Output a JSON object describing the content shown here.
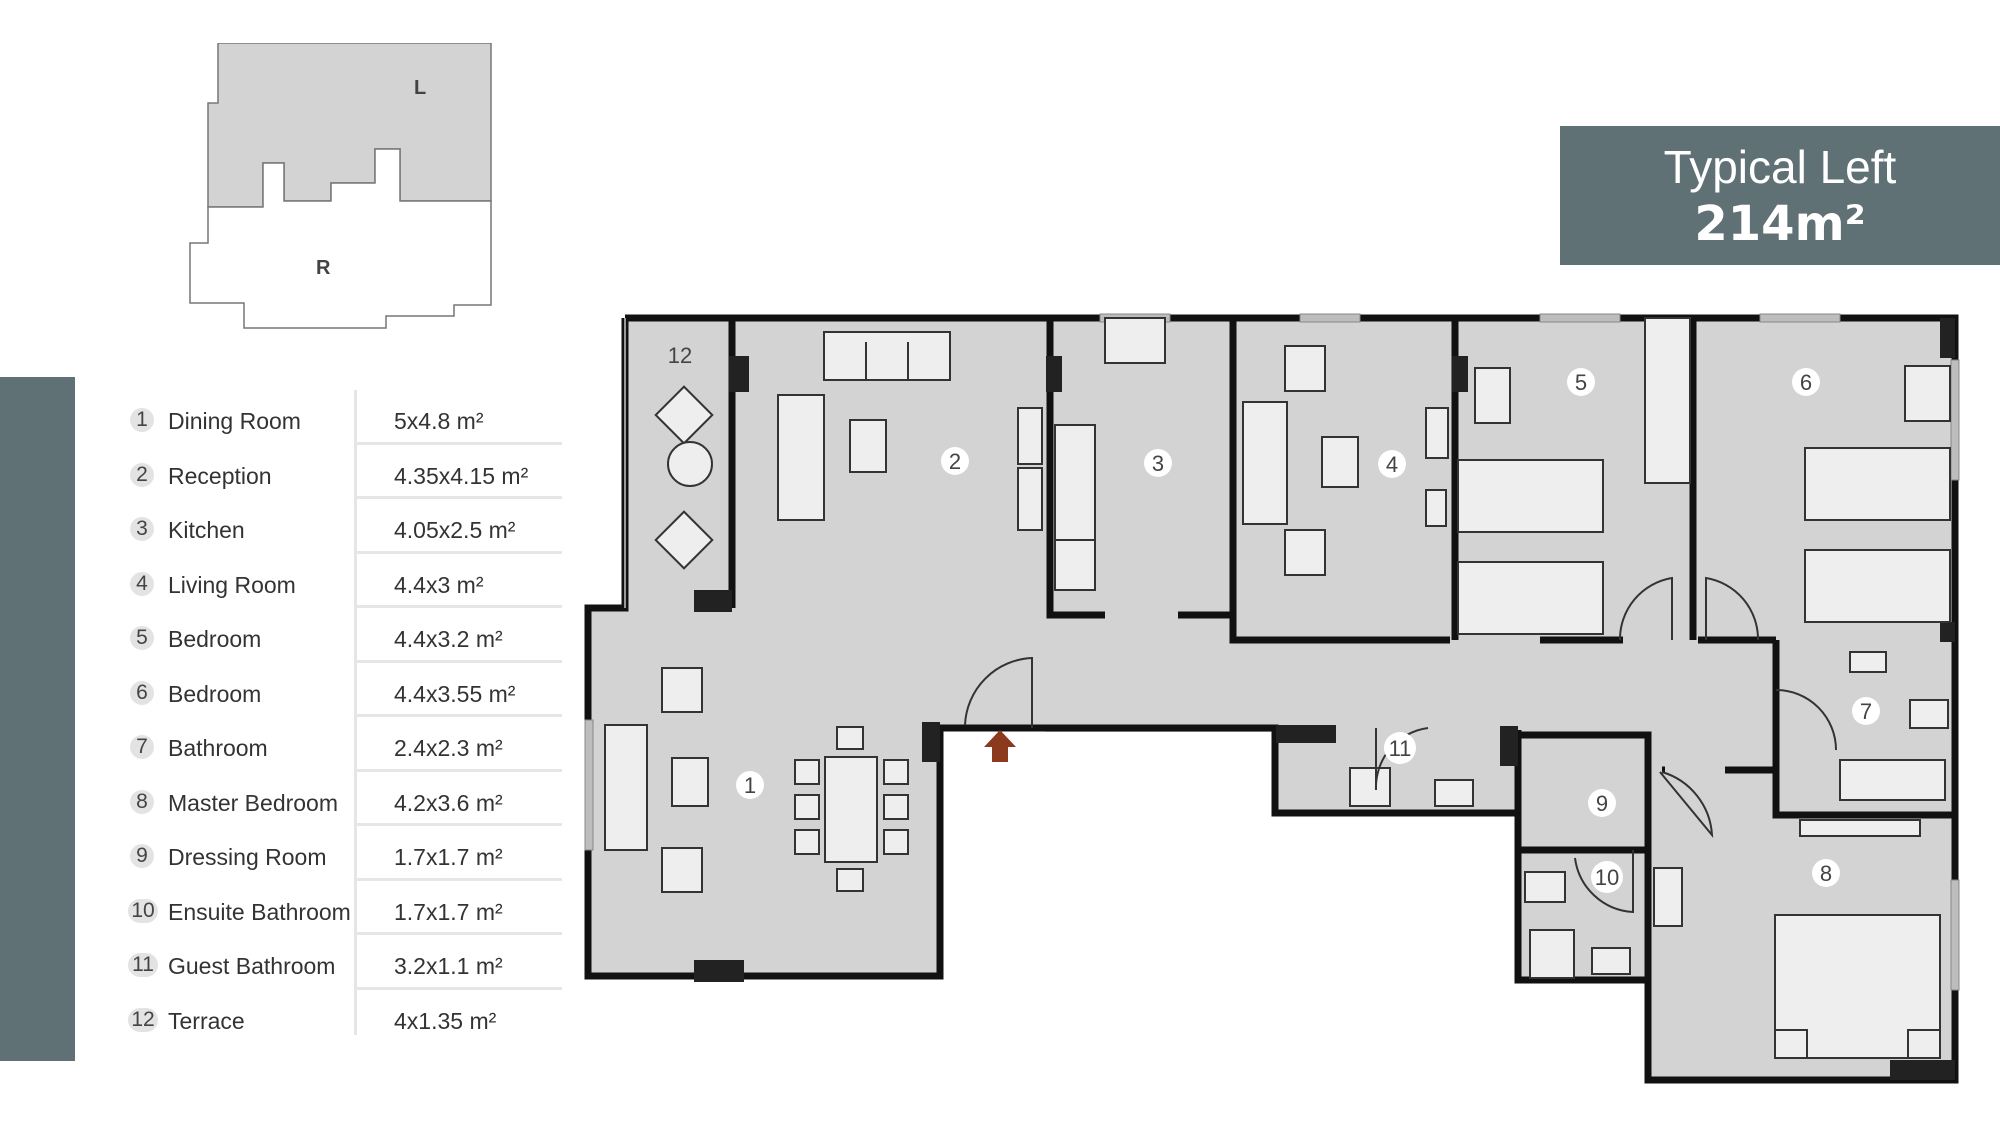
{
  "title": {
    "line1": "Typical Left",
    "line2": "214m²"
  },
  "keyplan": {
    "upper_label": "L",
    "lower_label": "R"
  },
  "rooms": [
    {
      "num": "1",
      "name": "Dining Room",
      "area": "5x4.8 m²"
    },
    {
      "num": "2",
      "name": "Reception",
      "area": "4.35x4.15 m²"
    },
    {
      "num": "3",
      "name": "Kitchen",
      "area": "4.05x2.5 m²"
    },
    {
      "num": "4",
      "name": "Living Room",
      "area": "4.4x3 m²"
    },
    {
      "num": "5",
      "name": "Bedroom",
      "area": "4.4x3.2 m²"
    },
    {
      "num": "6",
      "name": "Bedroom",
      "area": "4.4x3.55 m²"
    },
    {
      "num": "7",
      "name": "Bathroom",
      "area": "2.4x2.3 m²"
    },
    {
      "num": "8",
      "name": "Master Bedroom",
      "area": "4.2x3.6 m²"
    },
    {
      "num": "9",
      "name": "Dressing Room",
      "area": "1.7x1.7 m²"
    },
    {
      "num": "10",
      "name": "Ensuite Bathroom",
      "area": "1.7x1.7 m²"
    },
    {
      "num": "11",
      "name": "Guest Bathroom",
      "area": "3.2x1.1 m²"
    },
    {
      "num": "12",
      "name": "Terrace",
      "area": "4x1.35 m²"
    }
  ],
  "colors": {
    "accent": "#607176",
    "floor": "#d3d3d3",
    "wall": "#111111",
    "entrance_arrow": "#8b3a1e"
  },
  "icons": {
    "entrance": "arrow-up-icon"
  }
}
